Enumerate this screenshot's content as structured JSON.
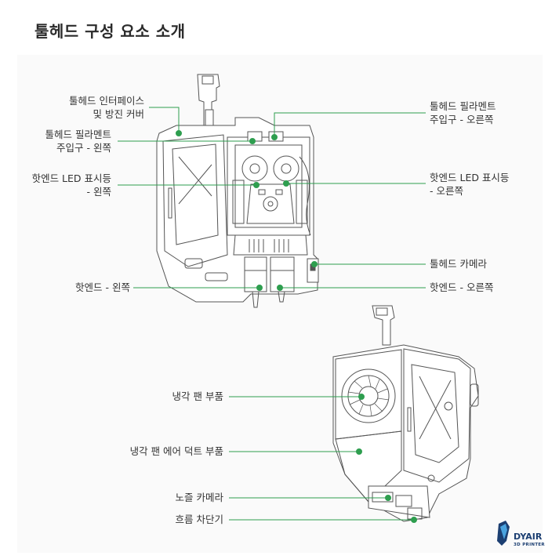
{
  "title": "툴헤드 구성 요소 소개",
  "labels": {
    "interface_cover": "툴헤드 인터페이스\n및 방진 커버",
    "filament_inlet_left": "툴헤드 필라멘트\n주입구 - 왼쪽",
    "hotend_led_left": "핫엔드 LED 표시등\n- 왼쪽",
    "hotend_left": "핫엔드 - 왼쪽",
    "filament_inlet_right": "툴헤드 필라멘트\n주입구 - 오른쪽",
    "hotend_led_right": "핫엔드 LED 표시등\n- 오른쪽",
    "toolhead_camera": "툴헤드 카메라",
    "hotend_right": "핫엔드 - 오른쪽",
    "cooling_fan": "냉각 팬 부품",
    "cooling_duct": "냉각 팬 에어 덕트 부품",
    "nozzle_camera": "노즐 카메라",
    "flow_blocker": "흐름 차단기"
  },
  "logo": {
    "name": "DYAIR",
    "sub": "3D PRINTER"
  },
  "colors": {
    "accent": "#2e9e4f",
    "line": "#555555",
    "logo": "#1c3f72"
  }
}
